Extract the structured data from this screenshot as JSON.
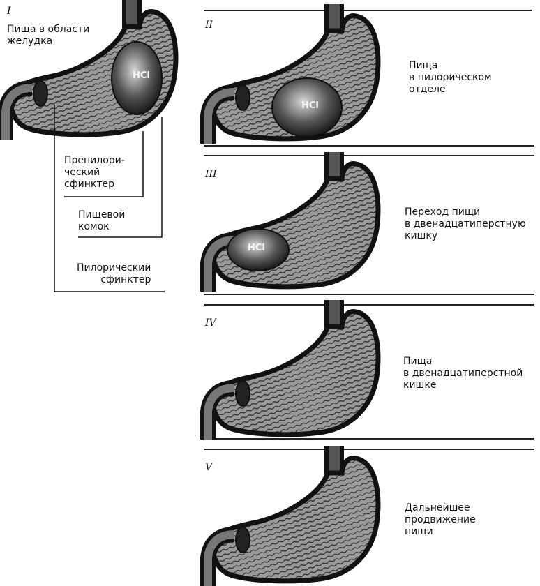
{
  "panels": [
    {
      "numeral": "I",
      "caption": "Пища в области\nжелудка",
      "marker": "HCl"
    },
    {
      "numeral": "II",
      "caption": "Пища\nв пилорическом\nотделе",
      "marker": "HCl"
    },
    {
      "numeral": "III",
      "caption": "Переход пищи\nв двенадцатиперстную\nкишку",
      "marker": "HCl"
    },
    {
      "numeral": "IV",
      "caption": "Пища\nв двенадцатиперстной\nкишке"
    },
    {
      "numeral": "V",
      "caption": "Дальнейшее\nпродвижение\nпищи"
    }
  ],
  "callouts": {
    "prepyloric": "Препилори-\nческий\nсфинктер",
    "bolus": "Пищевой\nкомок",
    "pyloric": "Пилорический\nсфинктер"
  }
}
